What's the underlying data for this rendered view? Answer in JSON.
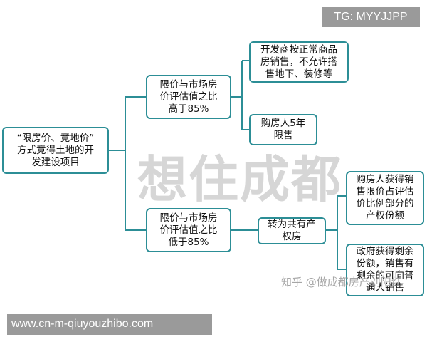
{
  "diagram": {
    "root": "“限房价、竞地价”\n方式竞得土地的开\n发建设项目",
    "branch_high": {
      "label": "限价与市场房\n价评估值之比\n高于85%",
      "children": [
        "开发商按正常商品\n房销售，不允许搭\n售地下、装修等",
        "购房人5年\n限售"
      ]
    },
    "branch_low": {
      "label": "限价与市场房\n价评估值之比\n低于85%",
      "middle": "转为共有产\n权房",
      "children": [
        "购房人获得销\n售限价占评估\n价比例部分的\n产权份额",
        "政府获得剩余\n份额，销售有\n剩余的可向普\n通人销售"
      ]
    }
  },
  "watermark_text": "想住成都",
  "zhihu_watermark": "知乎 @做成都房产刘阳红",
  "tg_badge": "TG: MYYJJPP",
  "url_badge": "www.cn-m-qiuyouzhibo.com",
  "colors": {
    "connector": "#2c8e96",
    "box_border": "#2c8e96",
    "badge_bg": "#9a9a9a"
  }
}
